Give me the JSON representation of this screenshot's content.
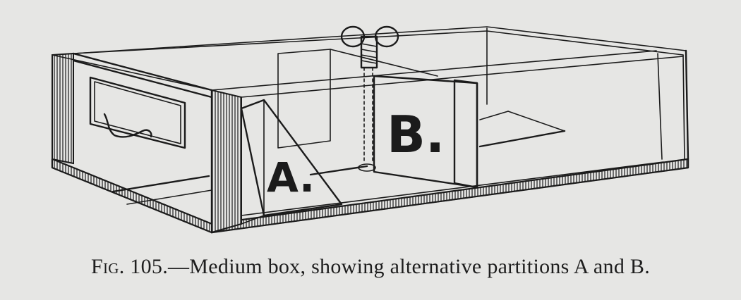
{
  "figure": {
    "label_a": "A.",
    "label_b": "B."
  },
  "caption": {
    "fig_label": "Fig. 105",
    "text": ".—Medium box, showing alternative partitions A and B."
  }
}
